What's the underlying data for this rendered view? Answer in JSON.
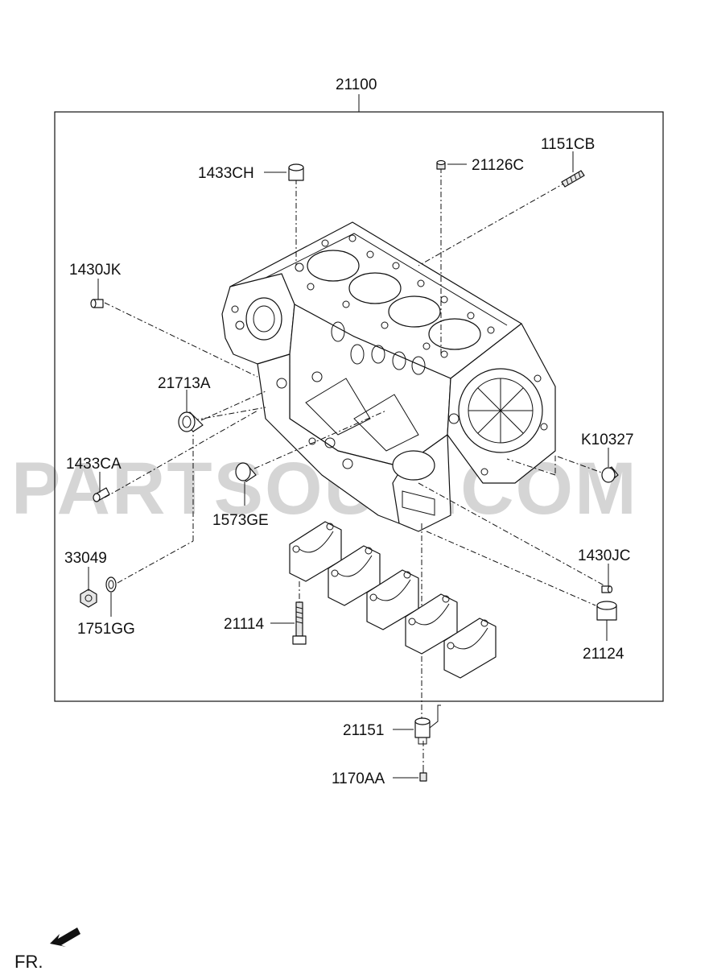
{
  "assembly_number": "21100",
  "watermark": "PARTSOUQ.COM",
  "direction_label": "FR.",
  "parts": {
    "cylinder_block": "21100",
    "dowel_top": "1433CH",
    "plug_top": "21126C",
    "stud_bolt": "1151CB",
    "pin_left": "1430JK",
    "seal_left": "21713A",
    "dowel_left": "1433CA",
    "plug_center": "1573GE",
    "plug_bolt": "33049",
    "gasket_ring": "1751GG",
    "plug_right": "K10327",
    "pin_right": "1430JC",
    "main_bolt": "21114",
    "bearing_dowel": "21124",
    "knock_sensor": "21151",
    "sensor_bolt": "1170AA"
  }
}
